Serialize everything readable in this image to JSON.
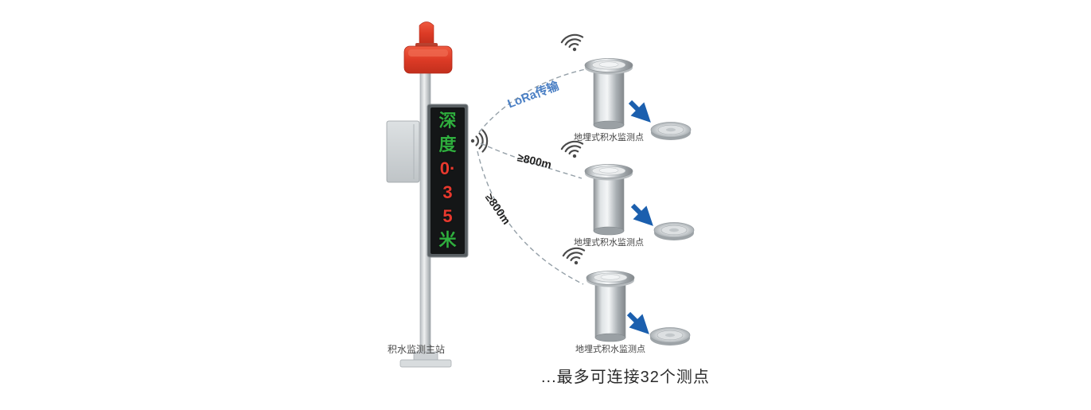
{
  "station": {
    "label": "积水监测主站",
    "display_text": "深度0·35米",
    "display_chars": [
      "深",
      "度",
      "0·",
      "3",
      "5",
      "米"
    ]
  },
  "links": [
    {
      "label": "LoRa传输"
    },
    {
      "label": "≥800m"
    },
    {
      "label": "≥800m"
    }
  ],
  "sensors": [
    {
      "label": "地埋式积水监测点"
    },
    {
      "label": "地埋式积水监测点"
    },
    {
      "label": "地埋式积水监测点"
    }
  ],
  "footer": {
    "note": "...最多可连接32个测点"
  },
  "icons": {
    "station_signal": "signal-waves-icon",
    "sensor_signal": "wifi-signal-icon",
    "link_arrow": "blue-arrow-icon"
  },
  "colors": {
    "beacon_red": "#d93a26",
    "led_green": "#2fae3e",
    "led_red": "#e8392e",
    "arrow_blue": "#1b5fae",
    "lora_label_blue": "#4a7fc4",
    "dash_gray": "#95a0a8"
  }
}
